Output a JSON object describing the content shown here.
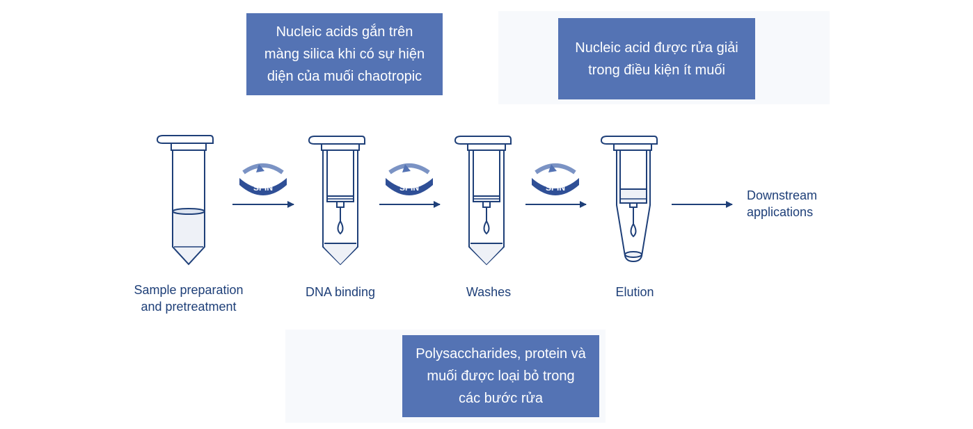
{
  "colors": {
    "callout_bg": "#5473b4",
    "callout_text": "#ffffff",
    "line": "#1e3f78",
    "tube_fill": "#eef1f7"
  },
  "callouts": {
    "binding": [
      "Nucleic acids gắn trên",
      "màng silica khi có sự hiện",
      "diện của muối chaotropic"
    ],
    "elution": [
      "Nucleic acid được rửa giải",
      "trong điều kiện ít muối"
    ],
    "washes": [
      "Polysaccharides, protein và",
      "muối được loại bỏ trong",
      "các bước rửa"
    ]
  },
  "steps": [
    {
      "label_lines": [
        "Sample preparation",
        "and pretreatment"
      ]
    },
    {
      "label_lines": [
        "DNA binding"
      ]
    },
    {
      "label_lines": [
        "Washes"
      ]
    },
    {
      "label_lines": [
        "Elution"
      ]
    }
  ],
  "spin_label": "SPIN",
  "downstream": [
    "Downstream",
    "applications"
  ],
  "icons": {
    "tube": "microcentrifuge-tube-icon",
    "spin_column": "spin-column-icon",
    "spin": "spin-rotation-icon",
    "arrow": "arrow-right-icon"
  }
}
